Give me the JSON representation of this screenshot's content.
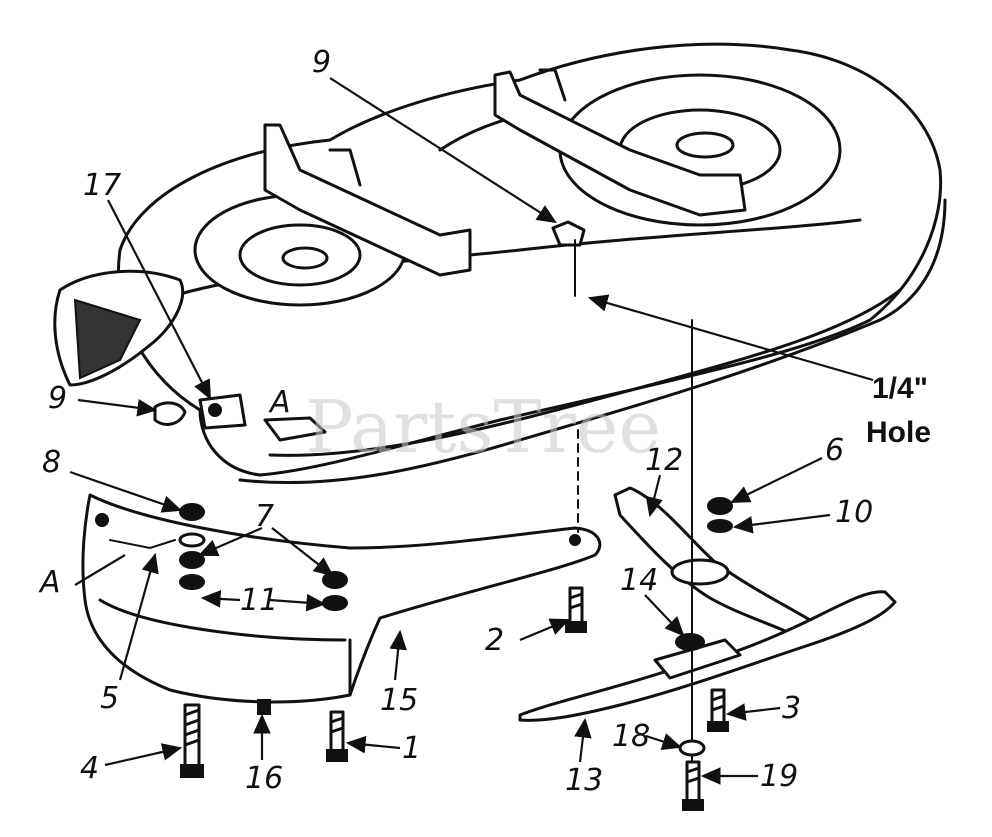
{
  "watermark": "PartsTree",
  "labels": {
    "n1": "1",
    "n2": "2",
    "n3": "3",
    "n4": "4",
    "n5": "5",
    "n6": "6",
    "n7": "7",
    "n8": "8",
    "n9a": "9",
    "n9b": "9",
    "n10": "10",
    "n11": "11",
    "n12": "12",
    "n13": "13",
    "n14": "14",
    "n15": "15",
    "n16": "16",
    "n17": "17",
    "n18": "18",
    "n19": "19",
    "hole_line1": "1/4\"",
    "hole_line2": "Hole",
    "sectionA1": "A",
    "sectionA2": "A"
  }
}
